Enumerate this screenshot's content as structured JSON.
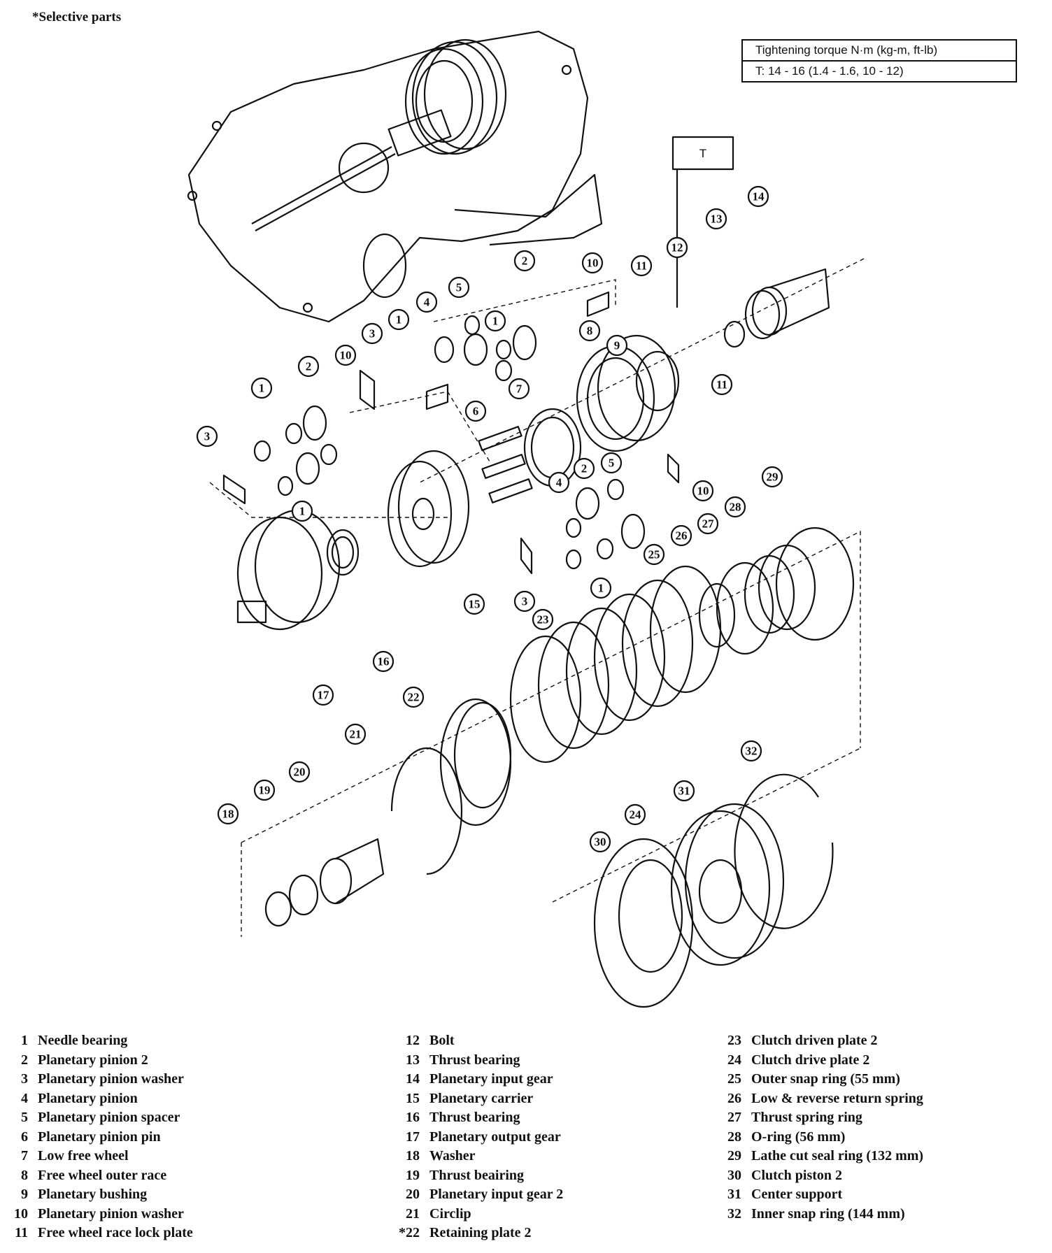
{
  "selective_note": "*Selective parts",
  "torque_box": {
    "header": "Tightening torque  N·m (kg-m, ft-lb)",
    "value": "T:  14 - 16 (1.4 - 1.6, 10 - 12)",
    "marker": "T"
  },
  "callouts": [
    "1",
    "2",
    "3",
    "4",
    "5",
    "6",
    "7",
    "8",
    "9",
    "10",
    "11",
    "12",
    "13",
    "14",
    "15",
    "16",
    "17",
    "18",
    "19",
    "20",
    "21",
    "22",
    "23",
    "24",
    "25",
    "26",
    "27",
    "28",
    "29",
    "30",
    "31",
    "32"
  ],
  "legend": {
    "col1": [
      {
        "num": "1",
        "label": "Needle bearing"
      },
      {
        "num": "2",
        "label": "Planetary pinion 2"
      },
      {
        "num": "3",
        "label": "Planetary pinion washer"
      },
      {
        "num": "4",
        "label": "Planetary pinion"
      },
      {
        "num": "5",
        "label": "Planetary pinion spacer"
      },
      {
        "num": "6",
        "label": "Planetary pinion pin"
      },
      {
        "num": "7",
        "label": "Low free wheel"
      },
      {
        "num": "8",
        "label": "Free wheel outer race"
      },
      {
        "num": "9",
        "label": "Planetary bushing"
      },
      {
        "num": "10",
        "label": "Planetary pinion washer"
      },
      {
        "num": "11",
        "label": "Free wheel race lock plate"
      }
    ],
    "col2": [
      {
        "num": "12",
        "label": "Bolt"
      },
      {
        "num": "13",
        "label": "Thrust bearing"
      },
      {
        "num": "14",
        "label": "Planetary input gear"
      },
      {
        "num": "15",
        "label": "Planetary carrier"
      },
      {
        "num": "16",
        "label": "Thrust bearing"
      },
      {
        "num": "17",
        "label": "Planetary output gear"
      },
      {
        "num": "18",
        "label": "Washer"
      },
      {
        "num": "19",
        "label": "Thrust beairing"
      },
      {
        "num": "20",
        "label": "Planetary input gear 2"
      },
      {
        "num": "21",
        "label": "Circlip"
      },
      {
        "num": "*22",
        "label": "Retaining plate 2"
      }
    ],
    "col3": [
      {
        "num": "23",
        "label": "Clutch driven plate 2"
      },
      {
        "num": "24",
        "label": "Clutch drive plate 2"
      },
      {
        "num": "25",
        "label": "Outer snap ring (55 mm)"
      },
      {
        "num": "26",
        "label": "Low & reverse return spring"
      },
      {
        "num": "27",
        "label": "Thrust spring ring"
      },
      {
        "num": "28",
        "label": "O-ring (56 mm)"
      },
      {
        "num": "29",
        "label": "Lathe cut seal ring (132 mm)"
      },
      {
        "num": "30",
        "label": "Clutch piston 2"
      },
      {
        "num": "31",
        "label": "Center support"
      },
      {
        "num": "32",
        "label": "Inner snap ring (144 mm)"
      }
    ]
  }
}
